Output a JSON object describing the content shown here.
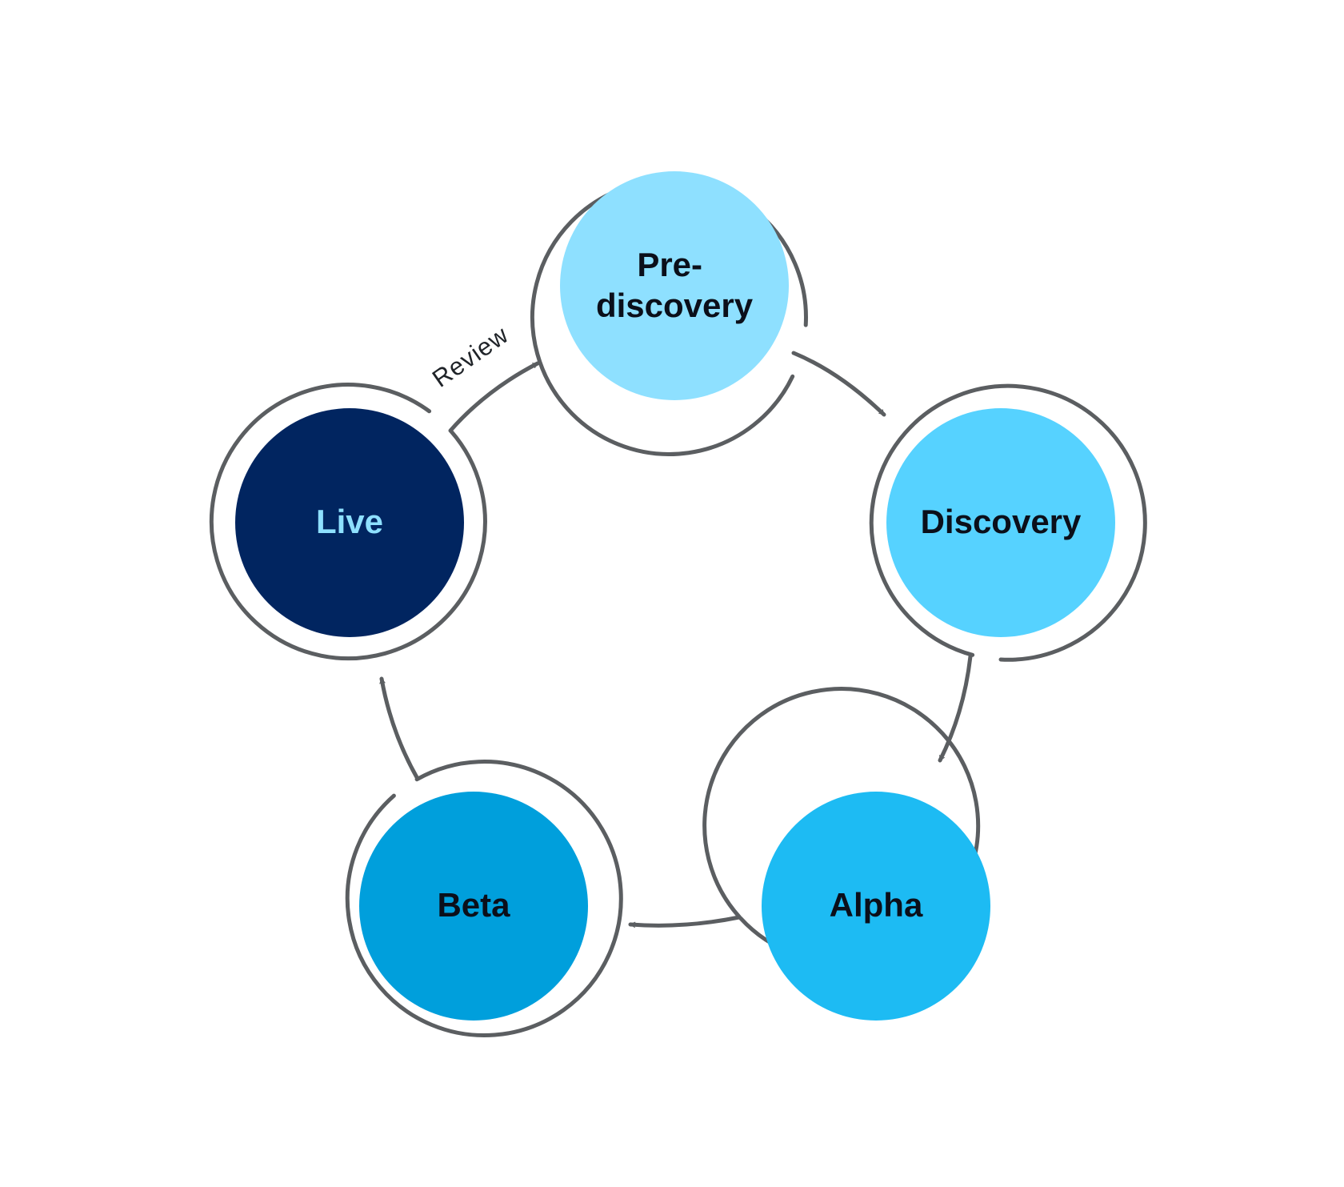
{
  "diagram": {
    "stages": [
      {
        "id": "pre-discovery",
        "lines": [
          "Pre-",
          "discovery"
        ],
        "fill": "#8ee0ff",
        "text_color": "#0b0f1a"
      },
      {
        "id": "discovery",
        "lines": [
          "Discovery"
        ],
        "fill": "#56d2ff",
        "text_color": "#0b0f1a"
      },
      {
        "id": "alpha",
        "lines": [
          "Alpha"
        ],
        "fill": "#1dbbf3",
        "text_color": "#0b0f1a"
      },
      {
        "id": "beta",
        "lines": [
          "Beta"
        ],
        "fill": "#009fdc",
        "text_color": "#0b0f1a"
      },
      {
        "id": "live",
        "lines": [
          "Live"
        ],
        "fill": "#012560",
        "text_color": "#8ee0ff"
      }
    ],
    "review_label": "Review",
    "ring_color": "#5b5e61",
    "background": "#ffffff"
  }
}
